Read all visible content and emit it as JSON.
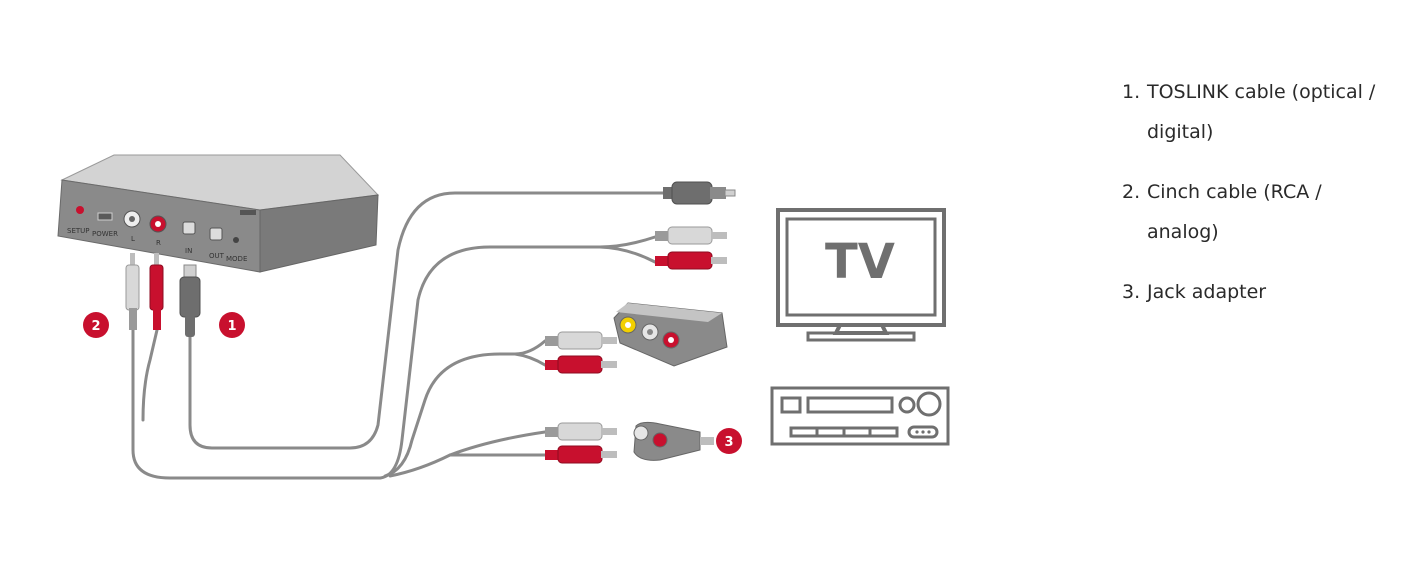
{
  "device": {
    "port_labels": {
      "setup": "SETUP",
      "power": "POWER",
      "left": "L",
      "right": "R",
      "in": "IN",
      "out": "OUT",
      "mode": "MODE"
    }
  },
  "badges": {
    "optical": "1",
    "cinch": "2",
    "adapter": "3"
  },
  "tv_label": "TV",
  "legend": {
    "items": [
      {
        "num": "1.",
        "text": "TOSLINK cable (optical / digital)"
      },
      {
        "num": "2.",
        "text": "Cinch cable (RCA / analog)"
      },
      {
        "num": "3.",
        "text": "Jack adapter"
      }
    ]
  },
  "colors": {
    "red": "#c8102e",
    "cable_gray": "#8a8a8a",
    "device_body": "#7b7b7b",
    "line_art": "#6f6f6f"
  }
}
